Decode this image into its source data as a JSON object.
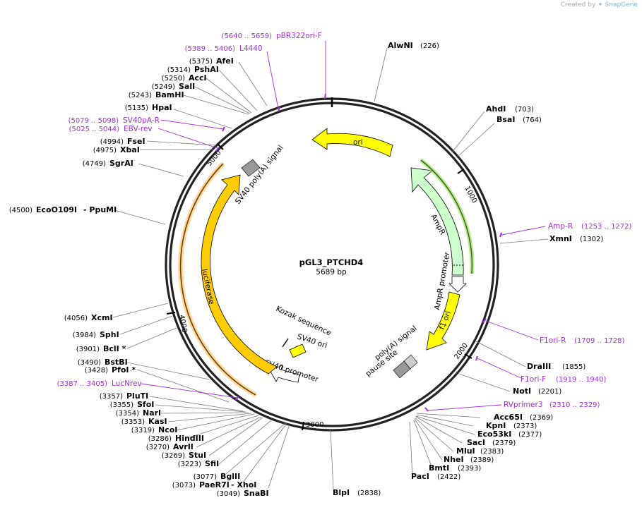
{
  "credit": {
    "prefix": "Created by",
    "brand": "SnapGene"
  },
  "plasmid": {
    "name": "pGL3_PTCHD4",
    "size": "5689 bp"
  },
  "ticks": [
    "1000",
    "2000",
    "3000",
    "4000",
    "5000"
  ],
  "features": [
    {
      "label": "ori"
    },
    {
      "label": "AmpR"
    },
    {
      "label": "AmpR promoter"
    },
    {
      "label": "f1 ori"
    },
    {
      "label": "poly(A) signal"
    },
    {
      "label": "pause site"
    },
    {
      "label": "SV40 promoter"
    },
    {
      "label": "SV40 ori"
    },
    {
      "label": "Kozak sequence"
    },
    {
      "label": "luciferase"
    },
    {
      "label": "SV40 poly(A) signal"
    }
  ],
  "enzymes": [
    {
      "name": "AlwNI",
      "pos": "(226)"
    },
    {
      "name": "AhdI",
      "pos": "(703)"
    },
    {
      "name": "BsaI",
      "pos": "(764)"
    },
    {
      "name": "XmnI",
      "pos": "(1302)"
    },
    {
      "name": "DraIII",
      "pos": "(1855)"
    },
    {
      "name": "NotI",
      "pos": "(2201)"
    },
    {
      "name": "Acc65I",
      "pos": "(2369)"
    },
    {
      "name": "KpnI",
      "pos": "(2373)"
    },
    {
      "name": "Eco53kI",
      "pos": "(2377)"
    },
    {
      "name": "SacI",
      "pos": "(2379)"
    },
    {
      "name": "MluI",
      "pos": "(2383)"
    },
    {
      "name": "NheI",
      "pos": "(2389)"
    },
    {
      "name": "BmtI",
      "pos": "(2393)"
    },
    {
      "name": "PacI",
      "pos": "(2422)"
    },
    {
      "name": "BlpI",
      "pos": "(2838)"
    },
    {
      "name": "SnaBI",
      "pos": "(3049)"
    },
    {
      "name": "PaeR7I",
      "pos": "(3073)",
      "extra": "- XhoI"
    },
    {
      "name": "BglII",
      "pos": "(3077)"
    },
    {
      "name": "SfiI",
      "pos": "(3223)"
    },
    {
      "name": "StuI",
      "pos": "(3269)"
    },
    {
      "name": "AvrII",
      "pos": "(3270)"
    },
    {
      "name": "HindIII",
      "pos": "(3286)"
    },
    {
      "name": "NcoI",
      "pos": "(3319)"
    },
    {
      "name": "KasI",
      "pos": "(3353)"
    },
    {
      "name": "NarI",
      "pos": "(3354)"
    },
    {
      "name": "SfoI",
      "pos": "(3355)"
    },
    {
      "name": "PluTI",
      "pos": "(3357)"
    },
    {
      "name": "PfoI *",
      "pos": "(3428)"
    },
    {
      "name": "BstBI",
      "pos": "(3490)"
    },
    {
      "name": "BclI *",
      "pos": "(3901)"
    },
    {
      "name": "SphI",
      "pos": "(3984)"
    },
    {
      "name": "XcmI",
      "pos": "(4056)"
    },
    {
      "name": "EcoO109I",
      "pos": "(4500)",
      "extra": "- PpuMI"
    },
    {
      "name": "SgrAI",
      "pos": "(4749)"
    },
    {
      "name": "XbaI",
      "pos": "(4975)"
    },
    {
      "name": "FseI",
      "pos": "(4994)"
    },
    {
      "name": "HpaI",
      "pos": "(5135)"
    },
    {
      "name": "BamHI",
      "pos": "(5243)"
    },
    {
      "name": "SalI",
      "pos": "(5249)"
    },
    {
      "name": "AccI",
      "pos": "(5250)"
    },
    {
      "name": "PshAI",
      "pos": "(5314)"
    },
    {
      "name": "AfeI",
      "pos": "(5375)"
    }
  ],
  "primers": [
    {
      "name": "pBR322ori-F",
      "range": "(5640 .. 5659)"
    },
    {
      "name": "L4440",
      "range": "(5389 .. 5406)"
    },
    {
      "name": "SV40pA-R",
      "range": "(5079 .. 5098)"
    },
    {
      "name": "EBV-rev",
      "range": "(5025 .. 5044)"
    },
    {
      "name": "Amp-R",
      "range": "(1253 .. 1272)"
    },
    {
      "name": "F1ori-R",
      "range": "(1709 .. 1728)"
    },
    {
      "name": "F1ori-F",
      "range": "(1919 .. 1940)"
    },
    {
      "name": "RVprimer3",
      "range": "(2310 .. 2329)"
    },
    {
      "name": "LucNrev",
      "range": "(3387 .. 3405)"
    }
  ],
  "colors": {
    "ori": "#ffff00",
    "ampr": "#ccffcc",
    "luciferase": "#ffcc00",
    "gray": "#999999",
    "primer": "#9b30d9",
    "ring": "#222222"
  }
}
